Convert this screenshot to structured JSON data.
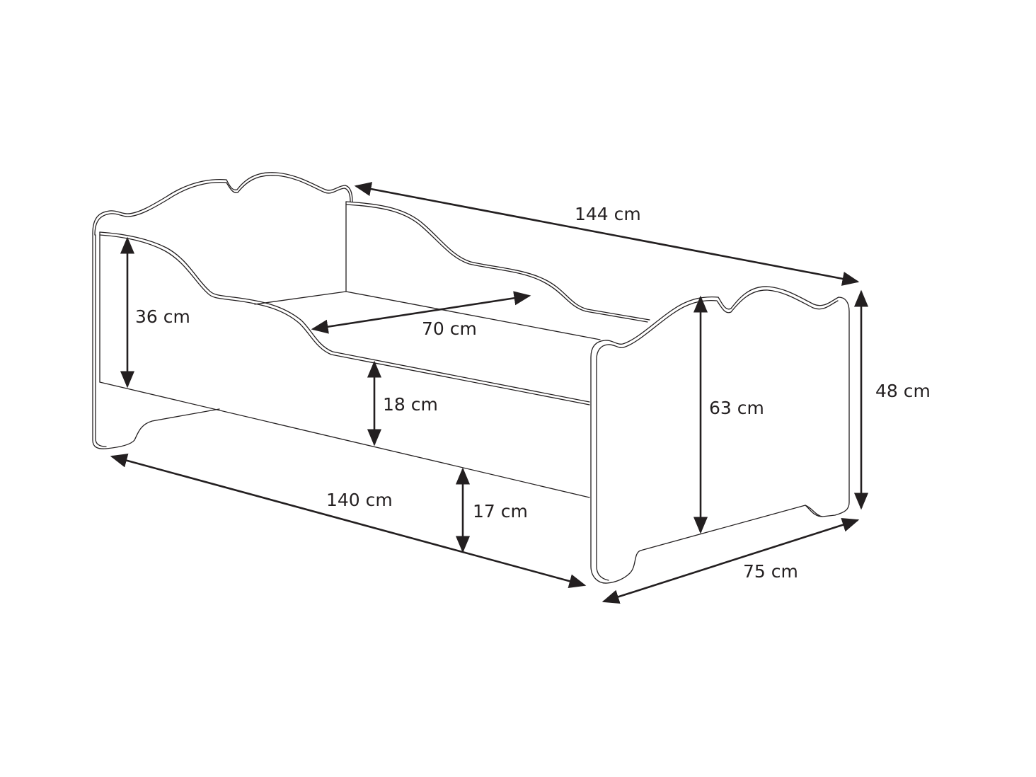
{
  "diagram": {
    "subject": "child bed with shaped headboard, footboard and side guard rails",
    "line_color": "#231f20",
    "background": "#ffffff",
    "dimensions": {
      "total_length": "144 cm",
      "inner_width": "70 cm",
      "headboard_inner_height": "36 cm",
      "side_rail_height": "18 cm",
      "footboard_height": "63 cm",
      "outer_height": "48 cm",
      "frame_length": "140 cm",
      "clearance_height": "17 cm",
      "total_width": "75 cm"
    }
  }
}
